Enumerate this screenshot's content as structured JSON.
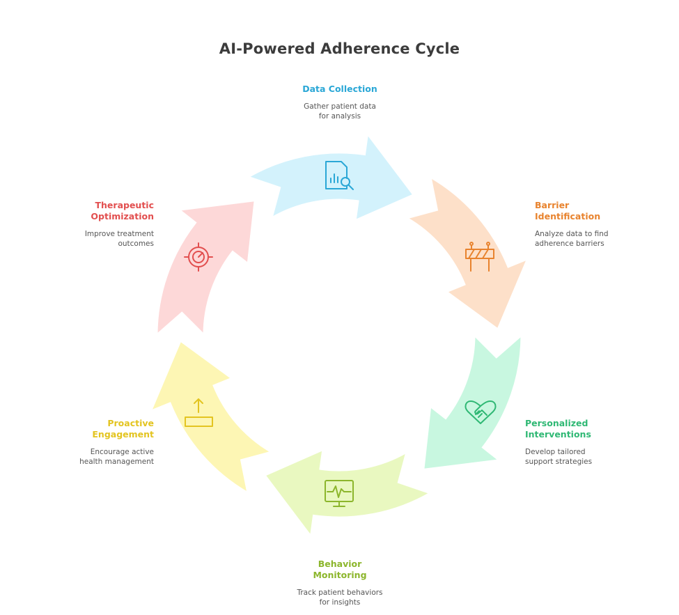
{
  "title": "AI-Powered Adherence Cycle",
  "stages": [
    {
      "id": "data-collection",
      "title": "Data Collection",
      "description_line1": "Gather patient data",
      "description_line2": "for analysis",
      "color": "#2aa7d6",
      "fill": "#d3f2fc",
      "icon": "data-search-icon"
    },
    {
      "id": "barrier-identification",
      "title_line1": "Barrier",
      "title_line2": "Identification",
      "description_line1": "Analyze data to find",
      "description_line2": "adherence barriers",
      "color": "#e8832e",
      "fill": "#fde0c9",
      "icon": "barrier-icon"
    },
    {
      "id": "personalized-interventions",
      "title_line1": "Personalized",
      "title_line2": "Interventions",
      "description_line1": "Develop tailored",
      "description_line2": "support strategies",
      "color": "#2fb874",
      "fill": "#c8f7e0",
      "icon": "heart-handshake-icon"
    },
    {
      "id": "behavior-monitoring",
      "title_line1": "Behavior",
      "title_line2": "Monitoring",
      "description_line1": "Track patient behaviors",
      "description_line2": "for insights",
      "color": "#8cb62c",
      "fill": "#e9f8c0",
      "icon": "monitor-heartbeat-icon"
    },
    {
      "id": "proactive-engagement",
      "title_line1": "Proactive",
      "title_line2": "Engagement",
      "description_line1": "Encourage active",
      "description_line2": "health management",
      "color": "#e3c420",
      "fill": "#fdf6b4",
      "icon": "upload-tray-icon"
    },
    {
      "id": "therapeutic-optimization",
      "title_line1": "Therapeutic",
      "title_line2": "Optimization",
      "description_line1": "Improve treatment",
      "description_line2": "outcomes",
      "color": "#e24f4f",
      "fill": "#fdd8d8",
      "icon": "target-gauge-icon"
    }
  ]
}
